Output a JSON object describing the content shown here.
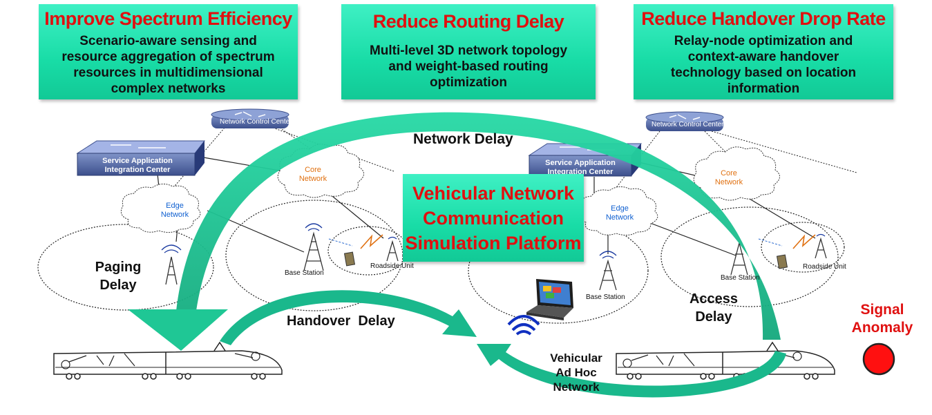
{
  "goals": [
    {
      "title": "Improve Spectrum Efficiency",
      "lines": [
        "Scenario-aware sensing and",
        "resource aggregation of spectrum",
        "resources in multidimensional",
        "complex networks"
      ]
    },
    {
      "title": "Reduce Routing Delay",
      "lines": [
        "Multi-level 3D network topology",
        "and weight-based routing",
        "optimization"
      ]
    },
    {
      "title": "Reduce Handover Drop Rate",
      "lines": [
        "Relay-node optimization and",
        "context-aware handover",
        "technology based on location",
        "information"
      ]
    }
  ],
  "platform": {
    "lines": [
      "Vehicular Network",
      "Communication",
      "Simulation Platform"
    ]
  },
  "delays": {
    "network": "Network Delay",
    "paging": [
      "Paging",
      "Delay"
    ],
    "handover": "Handover  Delay",
    "access": [
      "Access",
      "Delay"
    ]
  },
  "vanet": [
    "Vehicular",
    "Ad Hoc",
    "Network"
  ],
  "signal": {
    "lines": [
      "Signal",
      "Anomaly"
    ],
    "color": "#e01010"
  },
  "nodes": {
    "ncc": "Network Control Center",
    "saic": [
      "Service Application",
      "Integration Center"
    ],
    "core": [
      "Core",
      "Network"
    ],
    "edge": [
      "Edge",
      "Network"
    ],
    "base_station": "Base Station",
    "roadside_unit": "Roadside Unit"
  },
  "colors": {
    "accent_green": "#1bcf9a",
    "arrow_green": "#18b98a",
    "title_red": "#e01010",
    "edge_blue": "#1060d0",
    "core_orange": "#e07010"
  }
}
